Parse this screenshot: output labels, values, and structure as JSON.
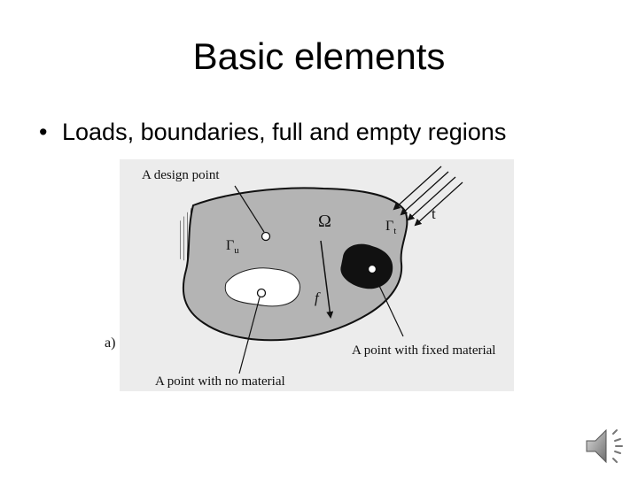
{
  "slide": {
    "title": "Basic elements",
    "bullet_marker": "•",
    "bullet_text": "Loads, boundaries, full and empty regions"
  },
  "figure": {
    "label_design_point": "A design point",
    "label_omega": "Ω",
    "label_gamma_t": "Γ",
    "label_gamma_t_sub": "t",
    "label_traction": "t",
    "label_gamma_u": "Γ",
    "label_gamma_u_sub": "u",
    "label_force": "f",
    "label_fixed_material": "A point with fixed material",
    "label_no_material": "A point with no material",
    "label_panel": "a)"
  },
  "colors": {
    "domain_fill": "#b4b4b4",
    "void_fill": "#ffffff",
    "solid_fill": "#111111",
    "figure_background": "#ececec"
  },
  "icons": {
    "audio": "speaker-icon"
  }
}
